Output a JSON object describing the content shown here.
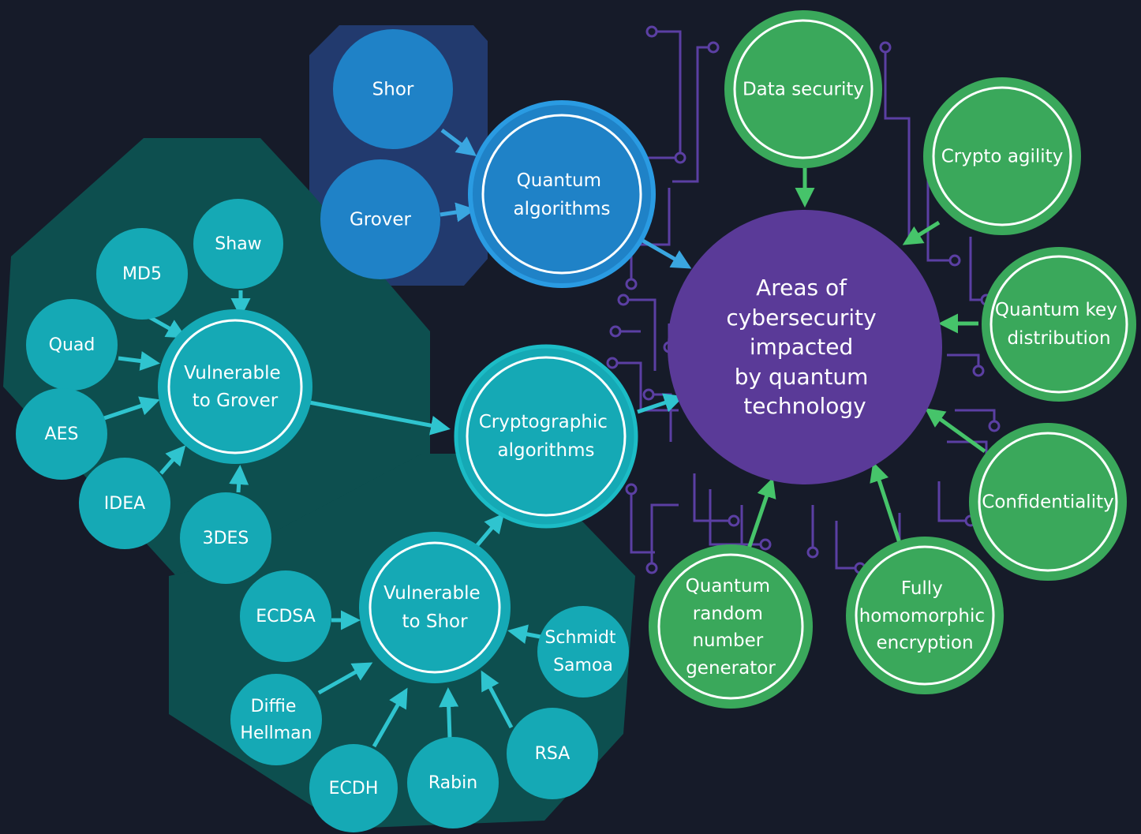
{
  "center": {
    "lines": [
      "Areas of",
      "cybersecurity",
      "impacted",
      "by quantum",
      "technology"
    ]
  },
  "quantum_group": {
    "hub": [
      "Quantum",
      "algorithms"
    ],
    "items": [
      "Shor",
      "Grover"
    ]
  },
  "crypto_hub": [
    "Cryptographic",
    "algorithms"
  ],
  "grover_group": {
    "hub": [
      "Vulnerable",
      "to Grover"
    ],
    "items": [
      "Shaw",
      "MD5",
      "Quad",
      "AES",
      "IDEA",
      "3DES"
    ]
  },
  "shor_group": {
    "hub": [
      "Vulnerable",
      "to Shor"
    ],
    "items": [
      "ECDSA",
      "Schmidt Samoa",
      "Diffie Hellman",
      "ECDH",
      "Rabin",
      "RSA"
    ]
  },
  "areas": [
    [
      "Data security"
    ],
    [
      "Crypto agility"
    ],
    [
      "Quantum key",
      "distribution"
    ],
    [
      "Confidentiality"
    ],
    [
      "Fully",
      "homomorphic",
      "encryption"
    ],
    [
      "Quantum",
      "random",
      "number",
      "generator"
    ]
  ],
  "colors": {
    "background": "#161b29",
    "center_purple": "#5a3a98",
    "circuit_purple": "#5b3fa3",
    "quantum_blue": "#1f82c7",
    "quantum_region": "#223a6e",
    "teal_node": "#15a9b5",
    "teal_region": "#0d4f4f",
    "green_node": "#3aa85b"
  }
}
